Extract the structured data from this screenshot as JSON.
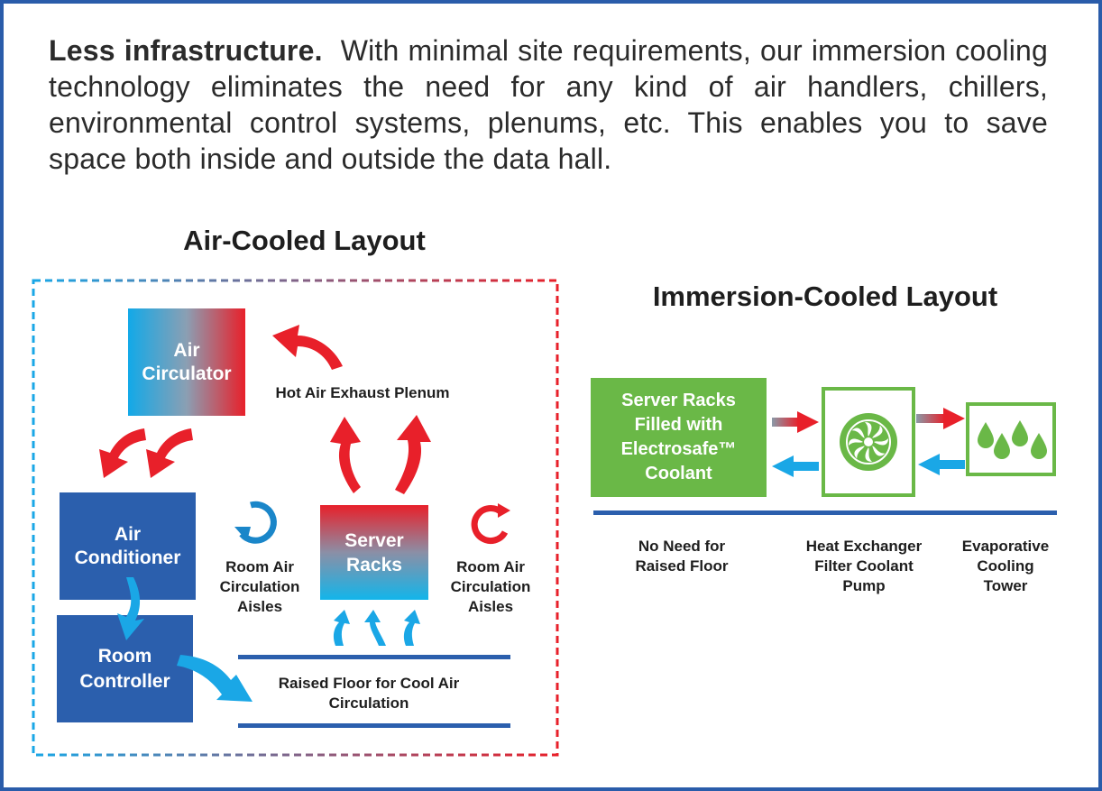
{
  "intro": {
    "bold": "Less infrastructure.",
    "text": "With minimal site requirements, our immersion cooling technology eliminates the need for any kind of air handlers, chillers, environmental control systems, plenums, etc. This enables you to save space both inside and outside the data hall."
  },
  "air_cooled": {
    "title": "Air-Cooled Layout",
    "air_circulator": "Air Circulator",
    "air_conditioner": "Air Conditioner",
    "room_controller": "Room Controller",
    "server_racks": "Server Racks",
    "hot_air_exhaust": "Hot Air Exhaust Plenum",
    "aisles_left": "Room Air Circulation Aisles",
    "aisles_right": "Room Air Circulation Aisles",
    "raised_floor": "Raised Floor for Cool Air Circulation"
  },
  "immersion_cooled": {
    "title": "Immersion-Cooled Layout",
    "server_racks": "Server Racks Filled with Electrosafe™ Coolant",
    "no_raised_floor": "No Need for Raised Floor",
    "heat_exchanger": "Heat Exchanger Filter Coolant Pump",
    "cooling_tower": "Evaporative Cooling Tower"
  },
  "colors": {
    "frame_blue": "#2a5caa",
    "box_blue": "#2b5fad",
    "hot_red": "#e8202a",
    "cool_blue": "#1aa7e6",
    "green": "#6ab847"
  }
}
